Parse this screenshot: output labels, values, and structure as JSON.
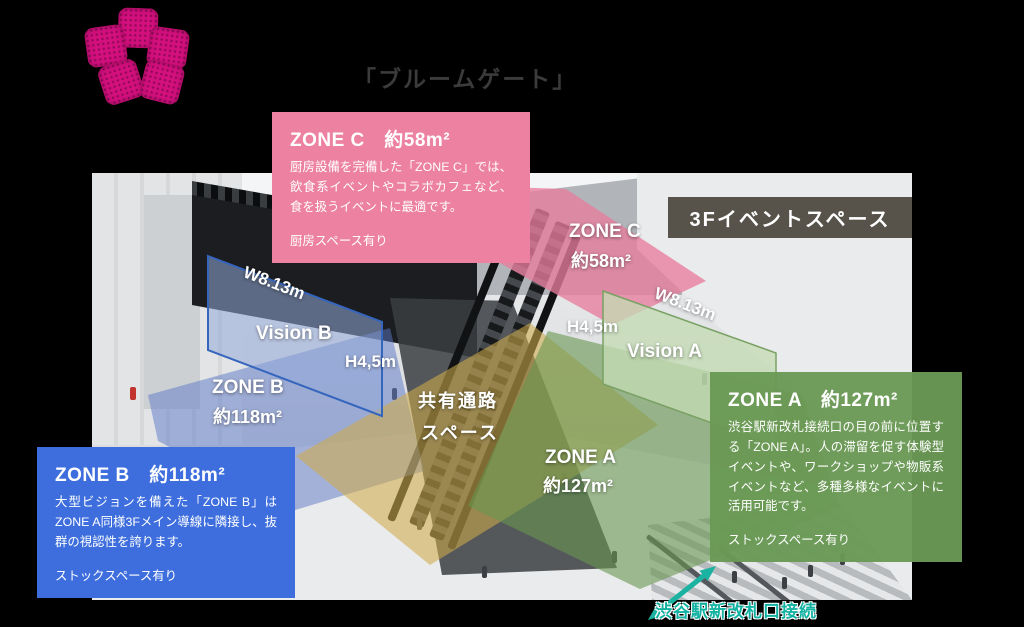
{
  "page": {
    "title": "「ブルームゲート」",
    "background_color": "#000000"
  },
  "logo": {
    "name": "sakura-flower-logo",
    "color": "#d40f7e"
  },
  "floor_banner": {
    "label": "3Fイベントスペース",
    "bg_color": "#57534b"
  },
  "info_boxes": {
    "zone_c": {
      "title": "ZONE C　約58m²",
      "body": "厨房設備を完備した「ZONE C」では、飲食系イベントやコラボカフェなど、食を扱うイベントに最適です。",
      "note": "厨房スペース有り",
      "color": "#ec81a1"
    },
    "zone_b": {
      "title": "ZONE B　約118m²",
      "body": "大型ビジョンを備えた「ZONE B」はZONE A同様3Fメイン導線に隣接し、抜群の視認性を誇ります。",
      "note": "ストックスペース有り",
      "color": "#3e6edd"
    },
    "zone_a": {
      "title": "ZONE A　約127m²",
      "body": "渋谷駅新改札接続口の目の前に位置する「ZONE A」。人の滞留を促す体験型イベントや、ワークショップや物販系イベントなど、多種多様なイベントに活用可能です。",
      "note": "ストックスペース有り",
      "color": "#6a9a54"
    }
  },
  "map_labels": {
    "zone_c_area": {
      "line1": "ZONE C",
      "line2": "約58m²"
    },
    "zone_b_area": {
      "line1": "ZONE B",
      "line2": "約118m²"
    },
    "zone_a_area": {
      "line1": "ZONE A",
      "line2": "約127m²"
    },
    "shared_corridor": {
      "line1": "共有通路",
      "line2": "スペース"
    },
    "vision_b": {
      "name": "Vision B",
      "width": "W8.13m",
      "height": "H4,5m"
    },
    "vision_a": {
      "name": "Vision A",
      "width": "W8.13m",
      "height": "H4,5m"
    }
  },
  "zone_overlay_colors": {
    "zone_c_floor": "#e87c9e",
    "zone_b_floor": "#5c78c8",
    "corridor_floor": "#cdaa4a",
    "zone_a_floor": "#699650",
    "vision_b_screen": "#94aad8",
    "vision_a_screen": "#c4dbb4"
  },
  "annotation": {
    "station_access": "渋谷駅新改札口接続",
    "color": "#12b2a2"
  }
}
